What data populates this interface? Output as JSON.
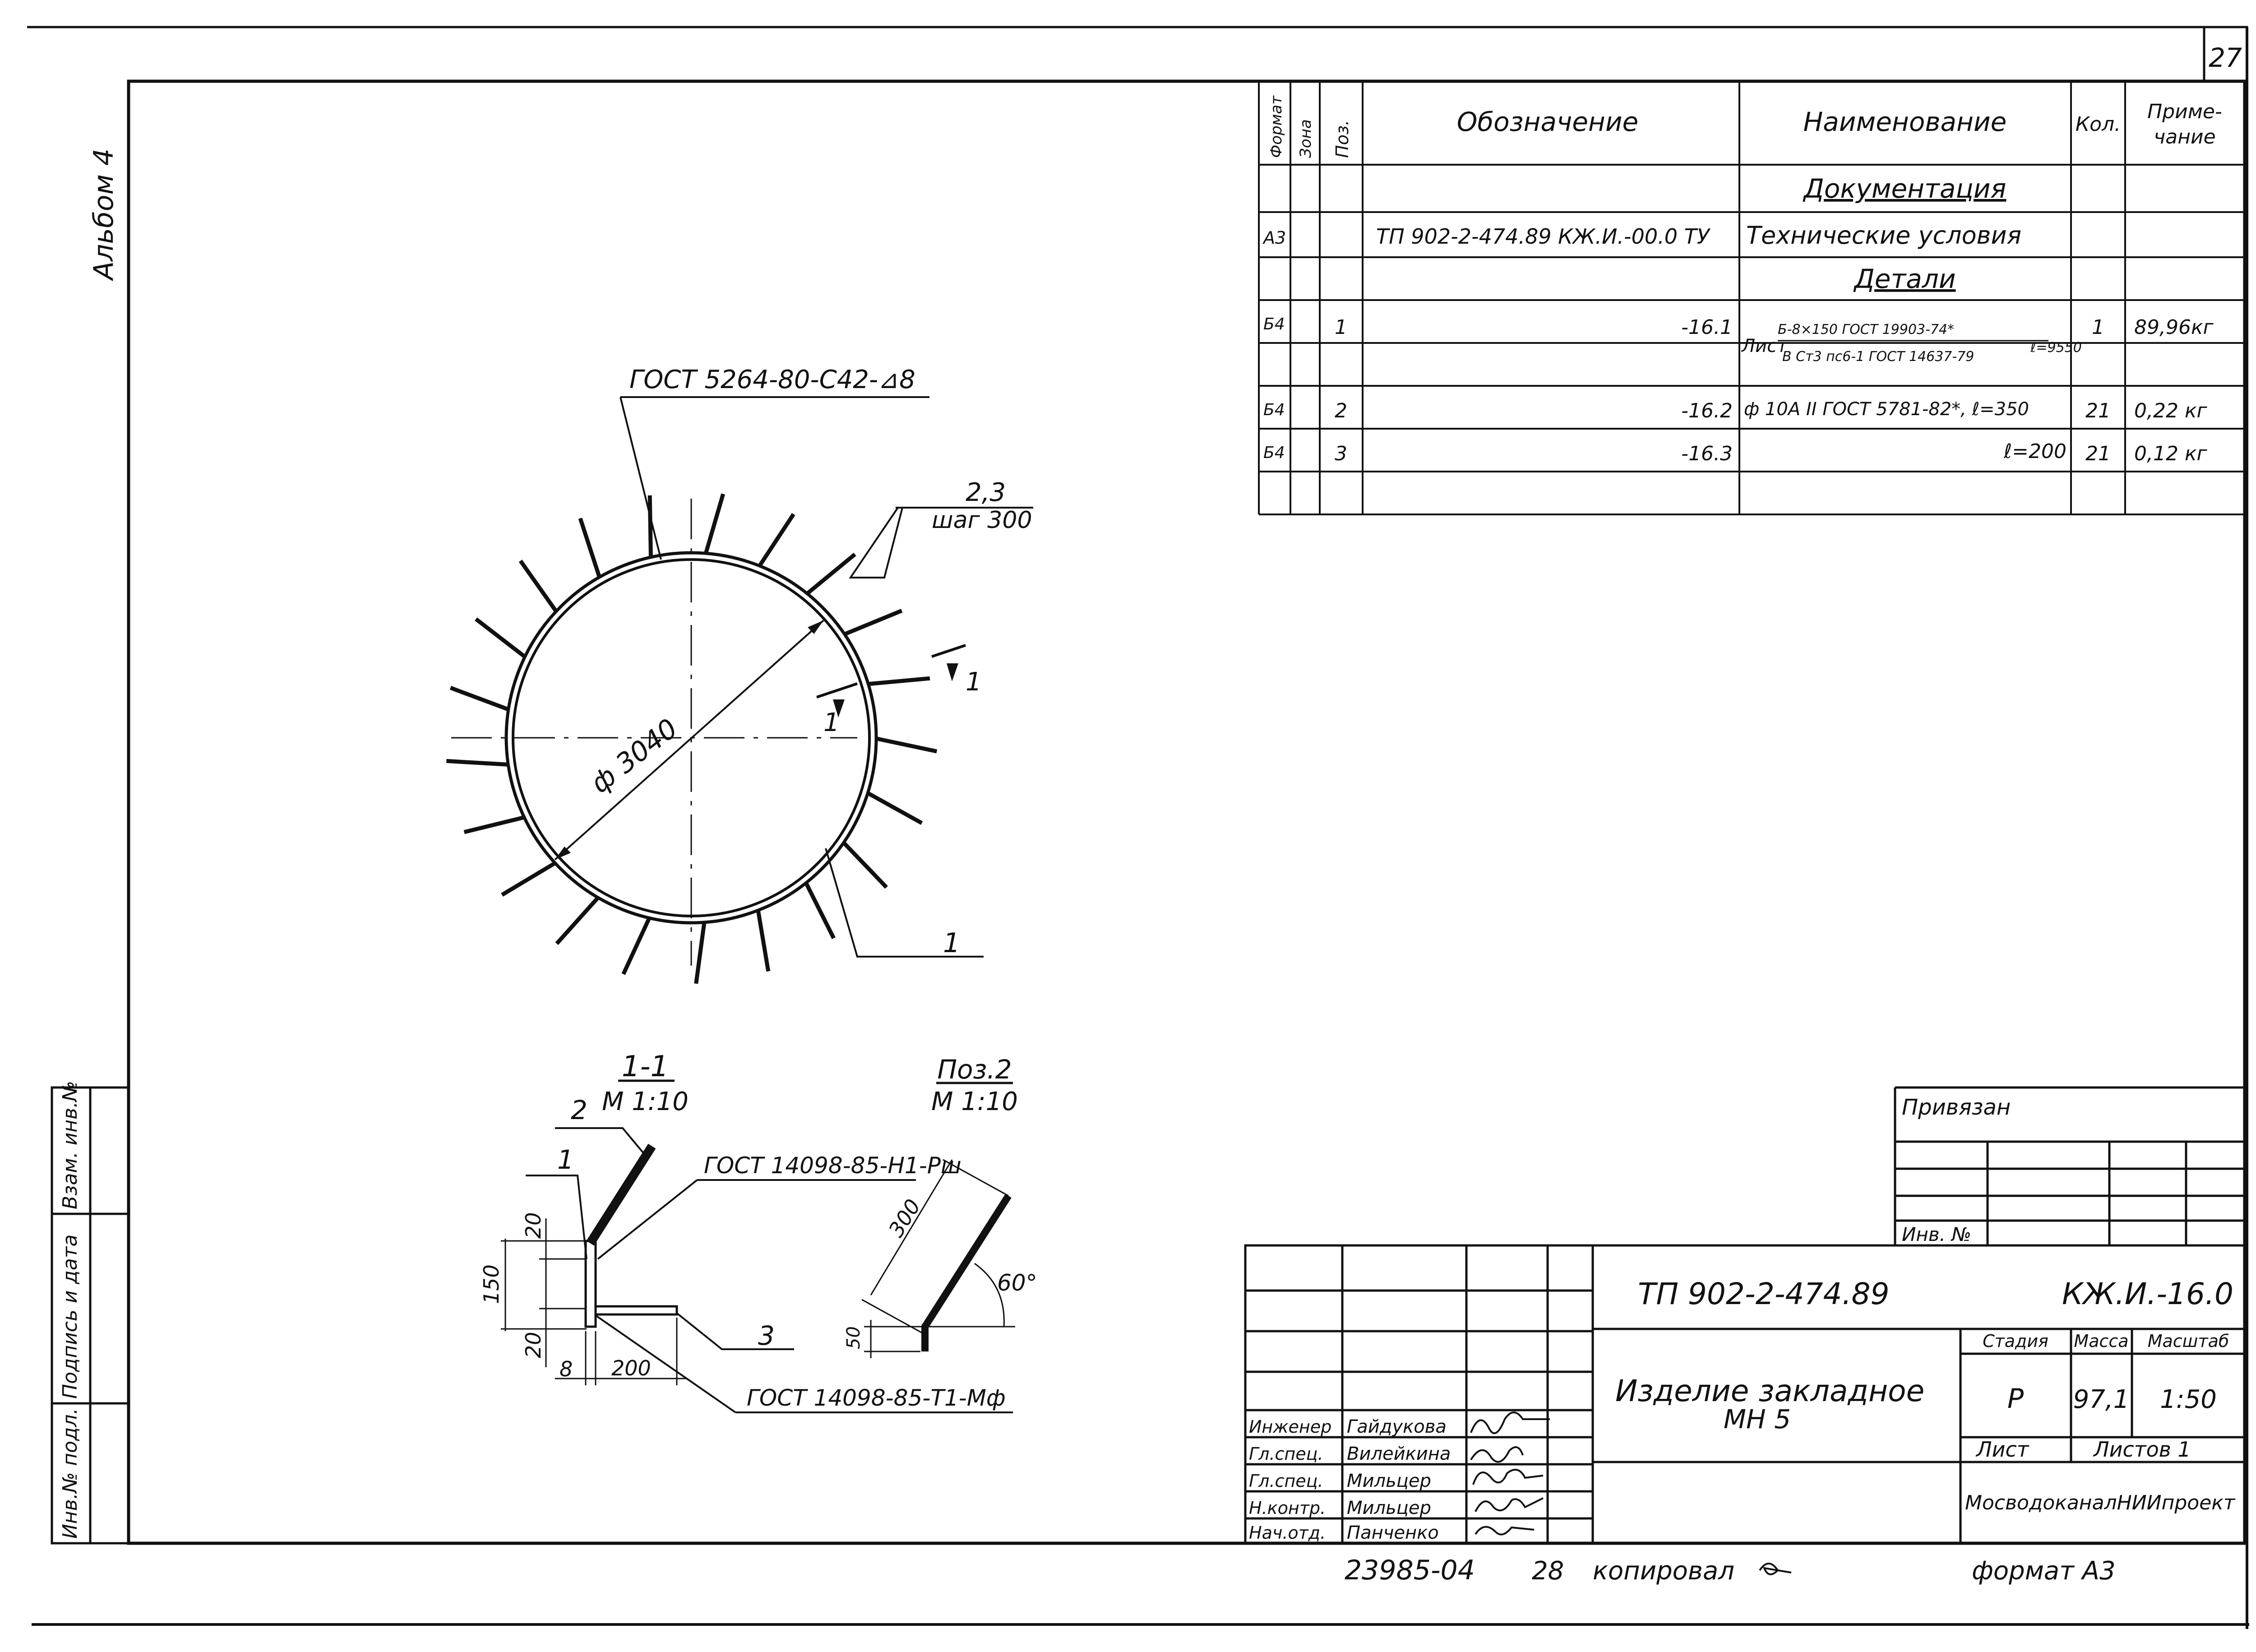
{
  "sheet": {
    "page_number": "27",
    "album": "Альбом 4",
    "bottom_code": "23985-04",
    "bottom_number": "28",
    "copied": "копировал",
    "format": "формат А3"
  },
  "spec_table": {
    "headers": {
      "format": "Формат",
      "zone": "Зона",
      "pos": "Поз.",
      "designation": "Обозначение",
      "name": "Наименование",
      "qty": "Кол.",
      "note_1": "Приме-",
      "note_2": "чание"
    },
    "section_docs": "Документация",
    "doc_row": {
      "format": "А3",
      "designation": "ТП 902-2-474.89 КЖ.И.-00.0 ТУ",
      "name": "Технические условия"
    },
    "section_parts": "Детали",
    "row1": {
      "format": "Б4",
      "pos": "1",
      "designation": "-16.1",
      "name_prefix": "Лист",
      "name_num": "Б-8×150 ГОСТ 19903-74*",
      "name_den": "В Ст3 пс6-1 ГОСТ 14637-79",
      "name_len": "ℓ=9550",
      "qty": "1",
      "note": "89,96кг"
    },
    "row2": {
      "format": "Б4",
      "pos": "2",
      "designation": "-16.2",
      "name": "ф 10А II ГОСТ 5781-82*, ℓ=350",
      "qty": "21",
      "note": "0,22 кг"
    },
    "row3": {
      "format": "Б4",
      "pos": "3",
      "designation": "-16.3",
      "name": "ℓ=200",
      "qty": "21",
      "note": "0,12 кг"
    }
  },
  "plan_view": {
    "weld_label": "ГОСТ 5264-80-С42-⊿8",
    "bars_label": "2,3",
    "step_label": "шаг 300",
    "diameter_label": "ф 3040",
    "section_mark": "1",
    "part_label": "1"
  },
  "section_view": {
    "title": "1-1",
    "scale": "М 1:10",
    "label_pos2": "2",
    "label_pos1": "1",
    "label_pos3": "3",
    "weld_top": "ГОСТ 14098-85-Н1-Рш",
    "weld_bottom": "ГОСТ 14098-85-Т1-Мф",
    "dim_20a": "20",
    "dim_150": "150",
    "dim_20b": "20",
    "dim_8": "8",
    "dim_200": "200"
  },
  "pos2_view": {
    "title": "Поз.2",
    "scale": "М 1:10",
    "dim_300": "300",
    "dim_50": "50",
    "angle": "60°"
  },
  "left_stamp": {
    "inv_podl": "Инв.№ подл.",
    "signature_date": "Подпись и дата",
    "replace_inv": "Взам. инв.№"
  },
  "binding": {
    "title": "Привязан",
    "inv": "Инв. №"
  },
  "title_block": {
    "project": "ТП 902-2-474.89",
    "code": "КЖ.И.-16.0",
    "name_line1": "Изделие закладное",
    "name_line2": "МН 5",
    "stage_h": "Стадия",
    "mass_h": "Масса",
    "scale_h": "Масштаб",
    "stage": "Р",
    "mass": "97,1",
    "scale": "1:50",
    "sheet_h": "Лист",
    "sheets_h": "Листов 1",
    "org": "МосводоканалНИИпроект",
    "people": [
      {
        "role": "Инженер",
        "name": "Гайдукова"
      },
      {
        "role": "Гл.спец.",
        "name": "Вилейкина"
      },
      {
        "role": "Гл.спец.",
        "name": "Мильцер"
      },
      {
        "role": "Н.контр.",
        "name": "Мильцер"
      },
      {
        "role": "Нач.отд.",
        "name": "Панченко"
      }
    ]
  }
}
